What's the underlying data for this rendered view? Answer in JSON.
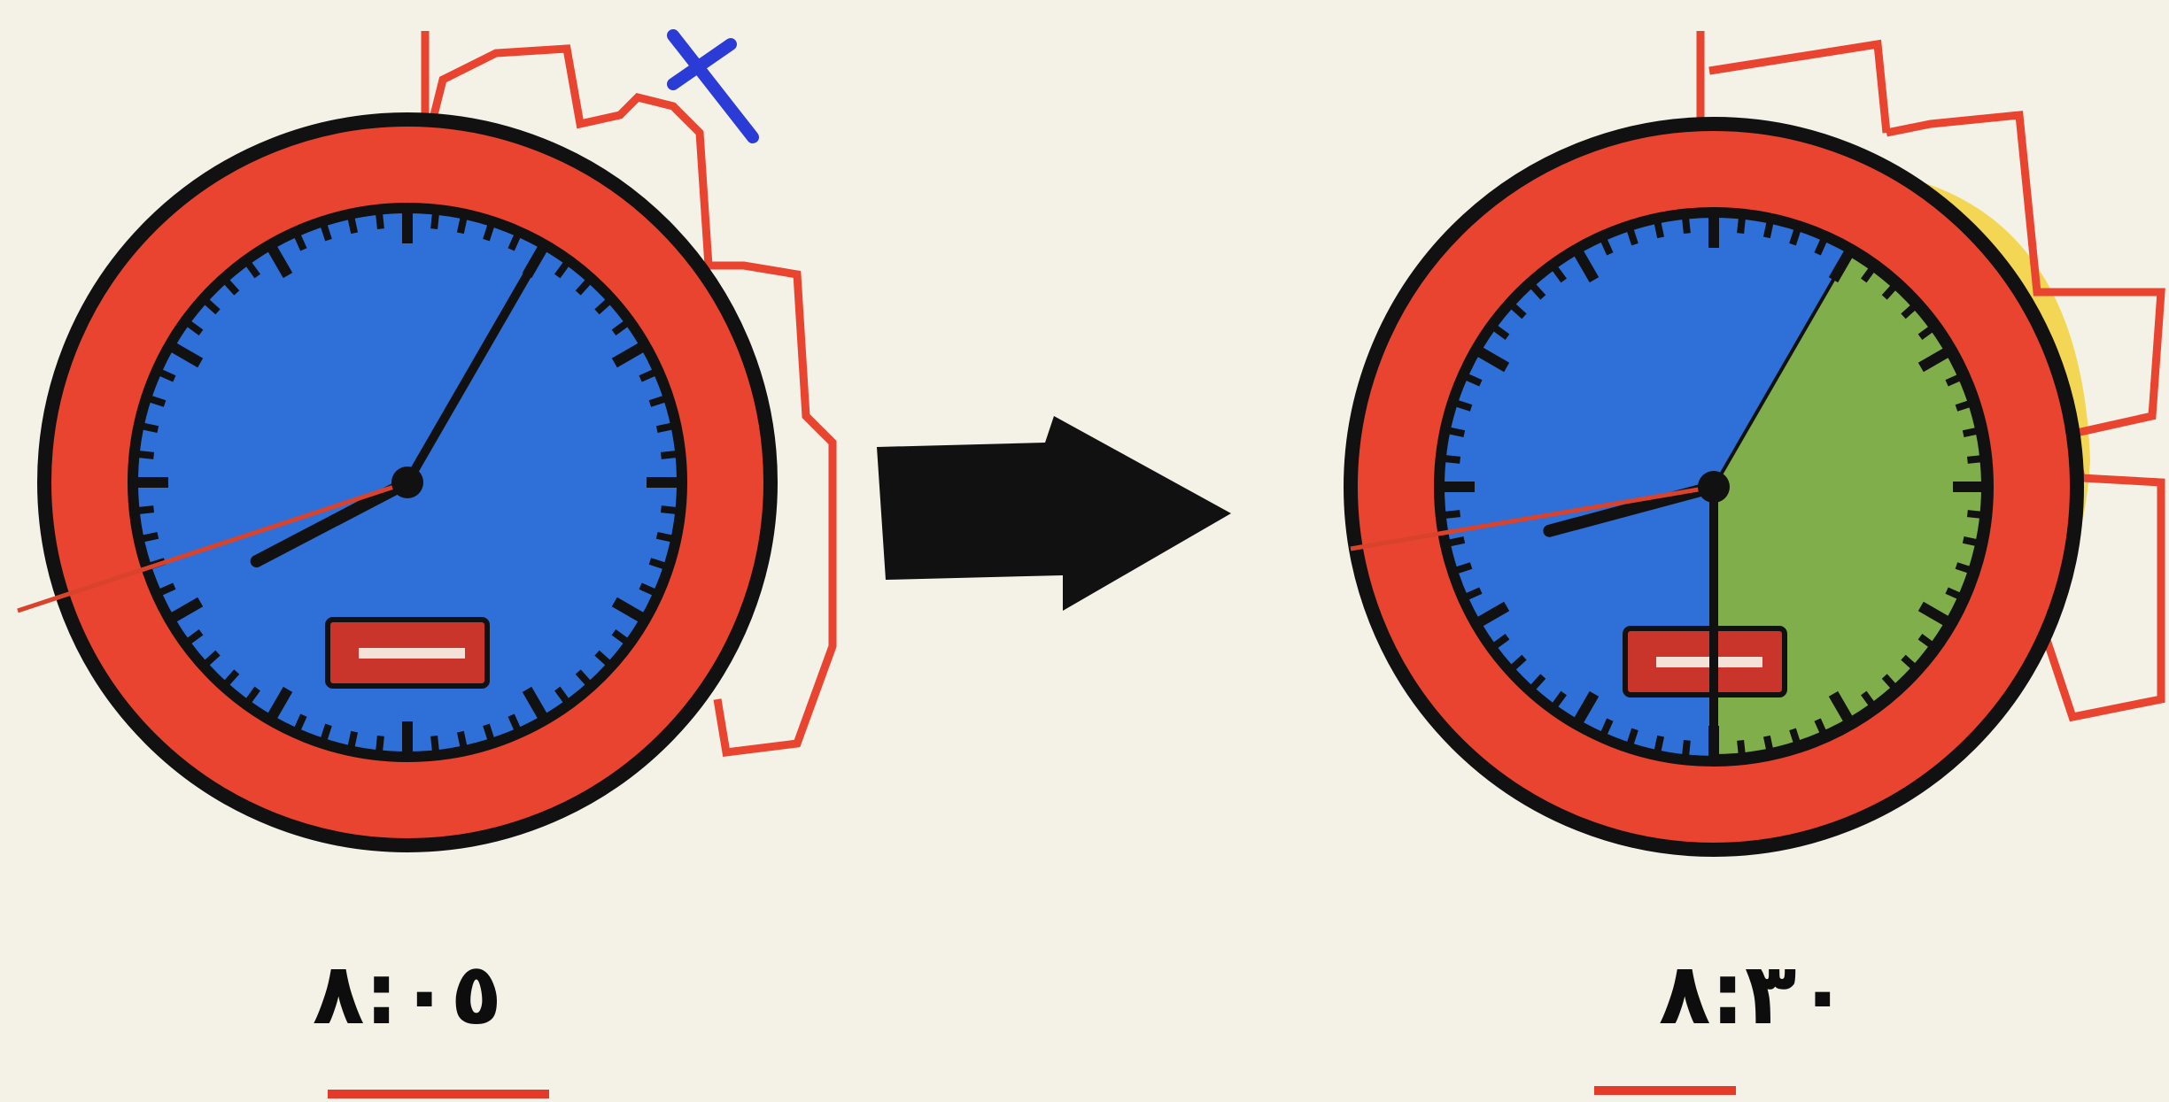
{
  "clocks": [
    {
      "id": "start",
      "time_label": "٨:٠٥",
      "hour_hand_hour": 8.08,
      "minute_hand_minute": 5,
      "shaded_sector_minutes": null
    },
    {
      "id": "end",
      "time_label": "٨:٣٠",
      "hour_hand_hour": 8.5,
      "minute_hand_minute": 30,
      "shaded_sector_minutes": [
        5,
        30
      ]
    }
  ],
  "arrow": {
    "direction": "right"
  },
  "colors": {
    "bezel": "#e8442f",
    "face": "#2f6fd8",
    "outline": "#111111",
    "shaded_sector": "#7fae4a",
    "hand": "#111111",
    "second_hand": "#d9432c",
    "cross_mark": "#2a3bd6",
    "underline": "#e33a2a"
  }
}
